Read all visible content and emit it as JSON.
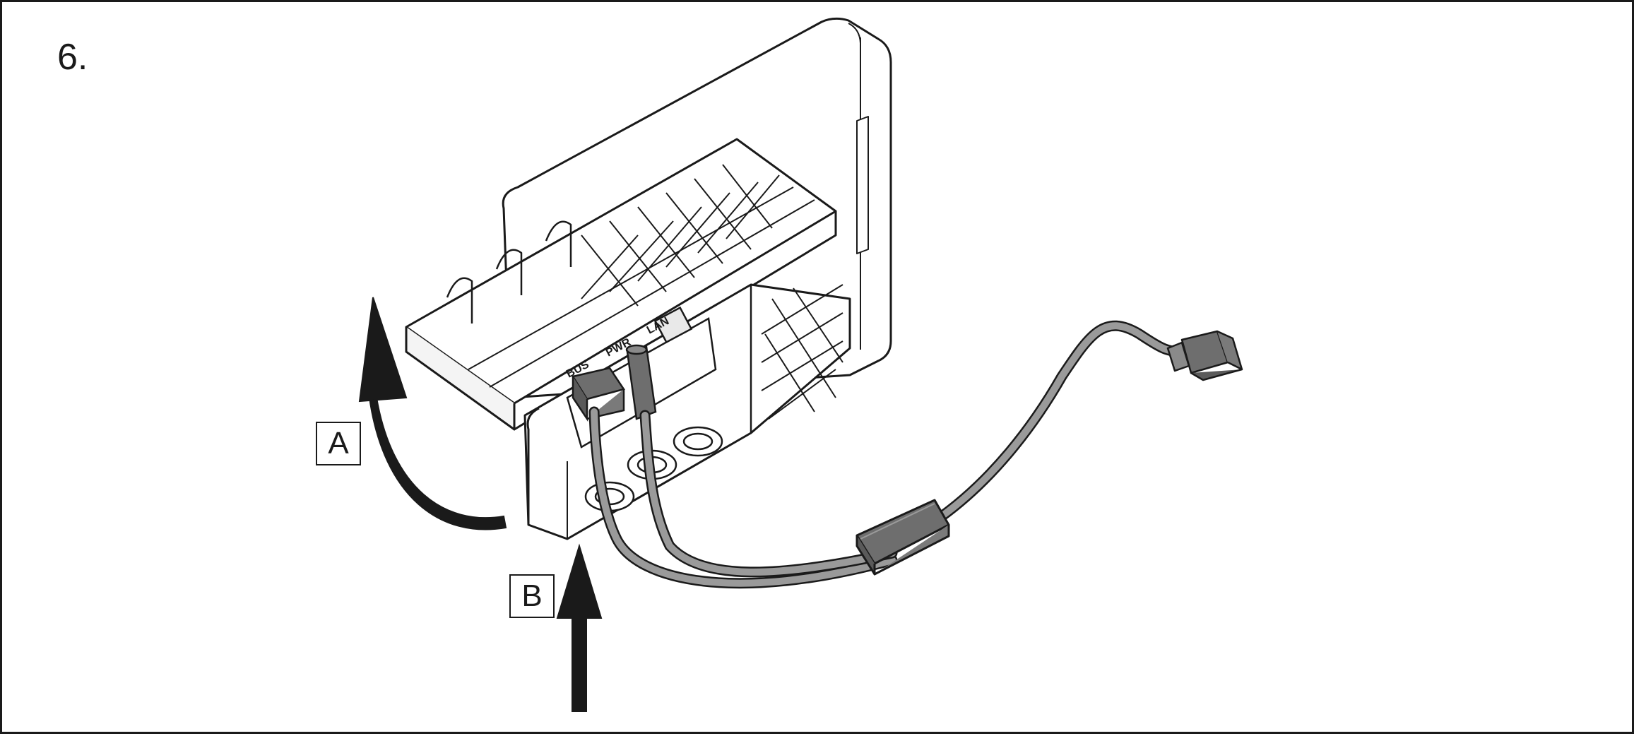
{
  "step": {
    "number": "6."
  },
  "callouts": {
    "a": "A",
    "b": "B"
  },
  "ports": {
    "bus": "BUS",
    "pwr": "PWR",
    "lan": "LAN"
  },
  "colors": {
    "line": "#1a1a1a",
    "cable": "#9a9a9a",
    "connector": "#6e6e6e",
    "background": "#ffffff"
  }
}
